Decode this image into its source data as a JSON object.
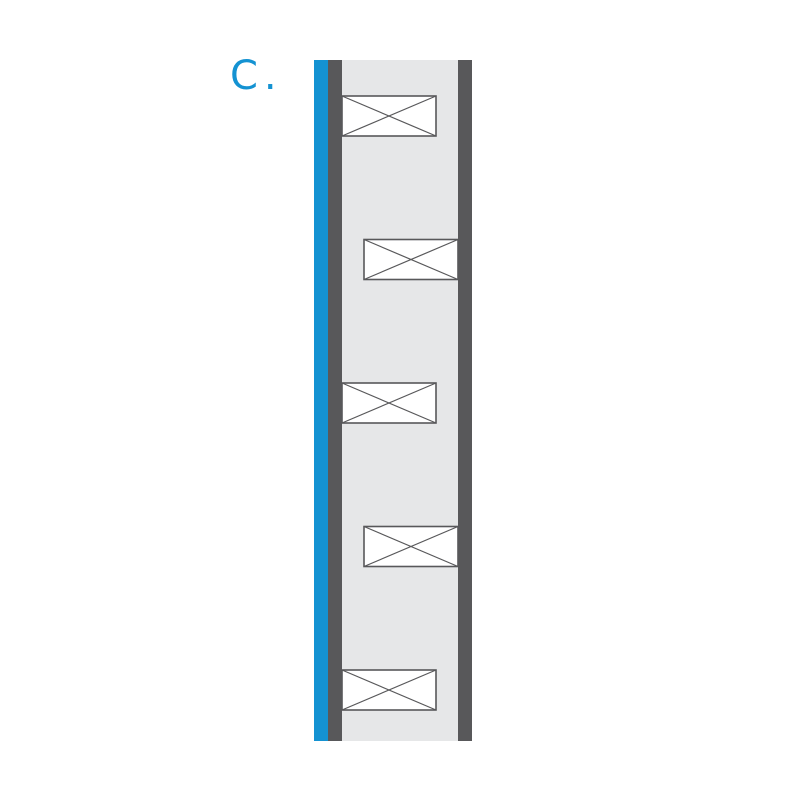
{
  "panel": {
    "label": "C."
  },
  "colors": {
    "accent_layer": "#1492d2",
    "stud_plate": "#58585a",
    "cavity_fill": "#e6e7e8",
    "blocking_fill": "#ffffff",
    "blocking_stroke": "#58585a",
    "label": "#1492d2"
  },
  "diagram": {
    "type": "staggered-blocking-wall-section",
    "blocking_count": 5,
    "blocking_pattern": [
      "left",
      "right",
      "left",
      "right",
      "left"
    ],
    "blocking_icon": "x-marked-rectangle"
  }
}
